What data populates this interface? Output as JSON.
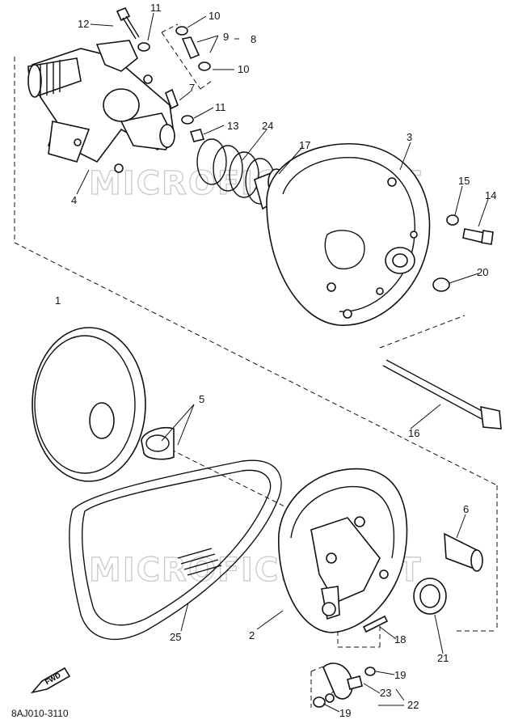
{
  "watermark": "MICROFICHE.NET",
  "drawing_code": "8AJ010-3110",
  "fwd_label": "FWD",
  "callouts": {
    "c1": "1",
    "c2": "2",
    "c3": "3",
    "c4": "4",
    "c5": "5",
    "c6": "6",
    "c7": "7",
    "c8": "8",
    "c9": "9",
    "c10a": "10",
    "c10b": "10",
    "c11a": "11",
    "c11b": "11",
    "c12": "12",
    "c13": "13",
    "c14": "14",
    "c15": "15",
    "c16": "16",
    "c17": "17",
    "c18": "18",
    "c19a": "19",
    "c19b": "19",
    "c20": "20",
    "c21": "21",
    "c22": "22",
    "c23": "23",
    "c24": "24",
    "c25": "25"
  }
}
